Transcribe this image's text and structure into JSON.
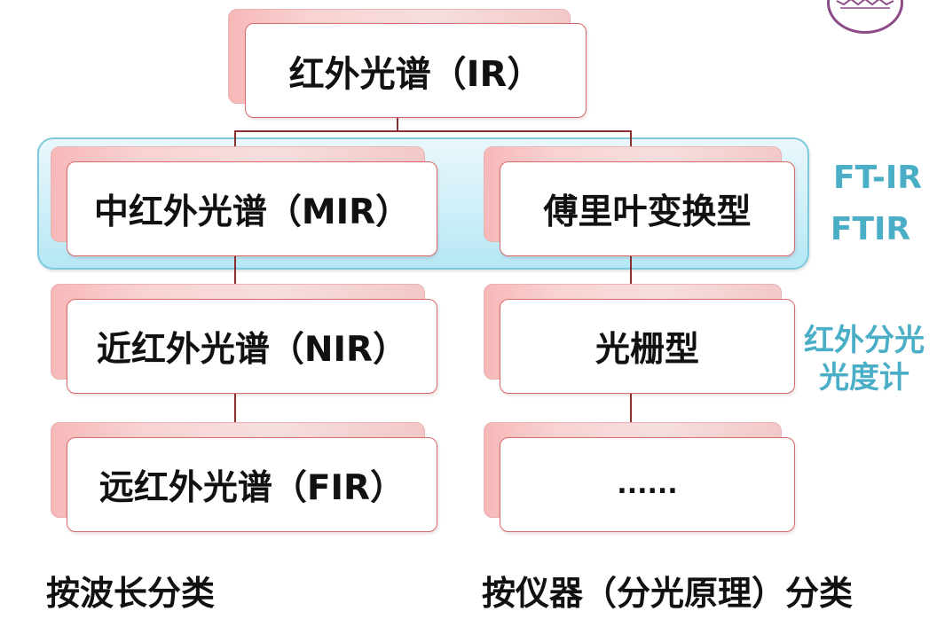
{
  "diagram": {
    "root": "红外光谱（IR）",
    "left_column": [
      "中红外光谱（MIR）",
      "近红外光谱（NIR）",
      "远红外光谱（FIR）"
    ],
    "right_column": [
      "傅里叶变换型",
      "光栅型",
      "......"
    ],
    "side_labels": {
      "ftir_line1": "FT-IR",
      "ftir_line2": "FTIR",
      "dispersive_line1": "红外分光",
      "dispersive_line2": "光度计"
    },
    "captions": {
      "left": "按波长分类",
      "right": "按仪器（分光原理）分类"
    }
  },
  "colors": {
    "connector": "#8a2f2f",
    "node_border": "#d96a6a",
    "highlight": "#b4e7f5",
    "side_label": "#4aafc6",
    "logo": "#8c4a86"
  }
}
